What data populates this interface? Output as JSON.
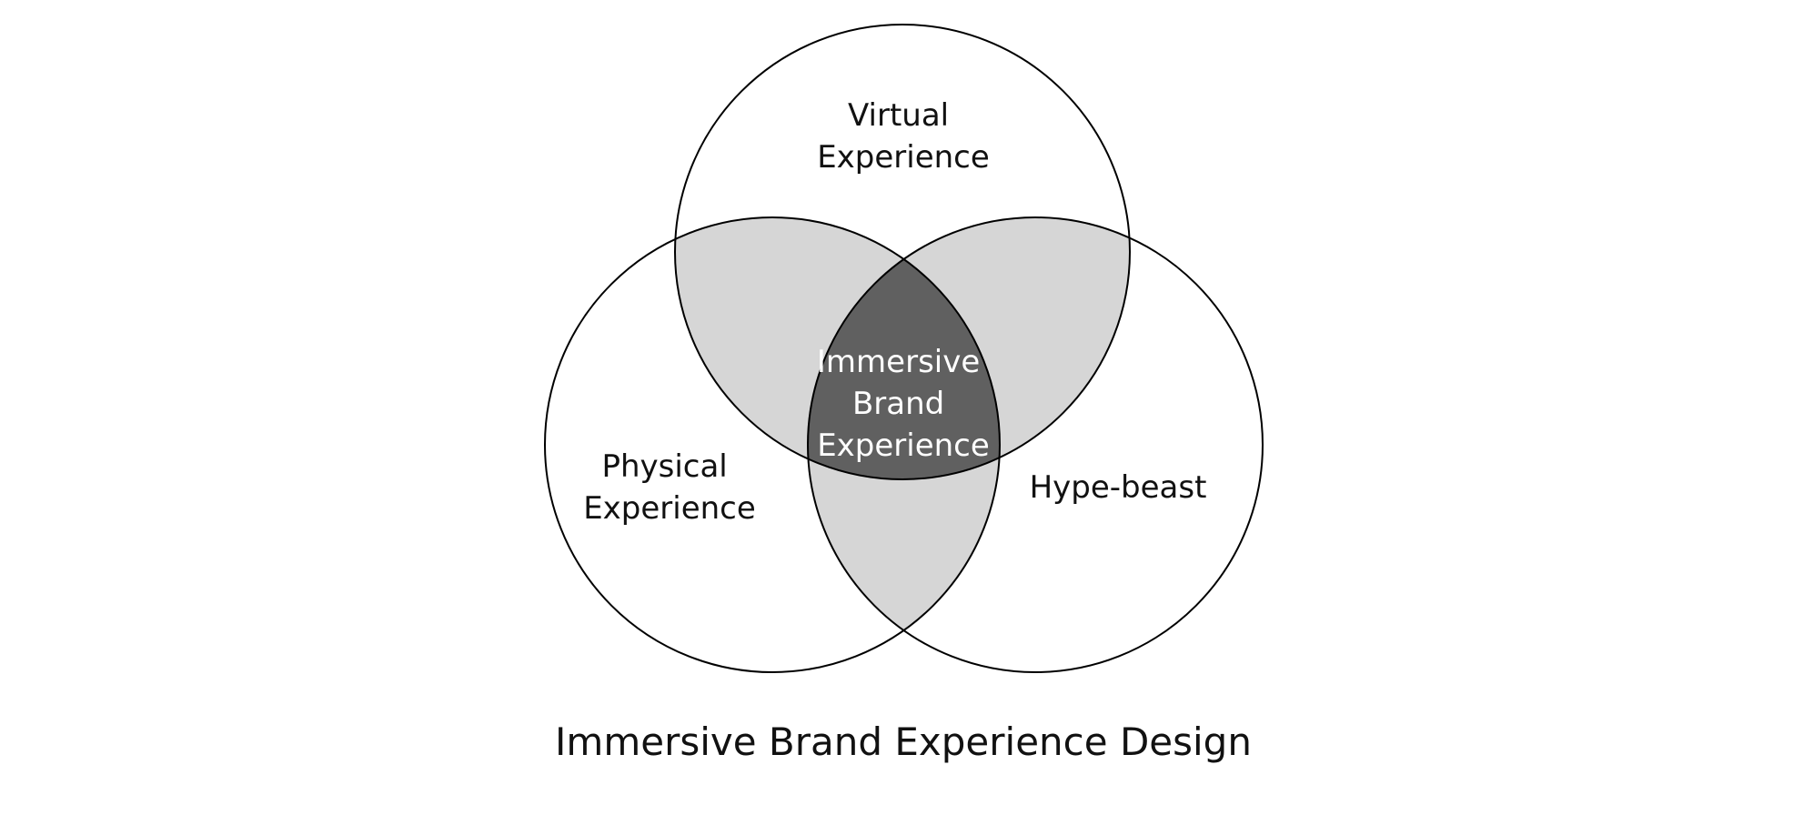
{
  "diagram": {
    "type": "venn-3",
    "sets": {
      "top": {
        "label_lines": [
          "Virtual",
          "Experience"
        ]
      },
      "left": {
        "label_lines": [
          "Physical",
          "Experience"
        ]
      },
      "right": {
        "label_lines": [
          "Hype-beast"
        ]
      }
    },
    "center": {
      "label_lines": [
        "Immersive",
        "Brand",
        "Experience"
      ]
    },
    "caption": "Immersive Brand Experience Design",
    "colors": {
      "background": "#ffffff",
      "outline": "#000000",
      "pairwise_overlap": "#d6d6d6",
      "triple_overlap": "#606060",
      "set_text": "#111111",
      "center_text": "#ffffff"
    }
  }
}
